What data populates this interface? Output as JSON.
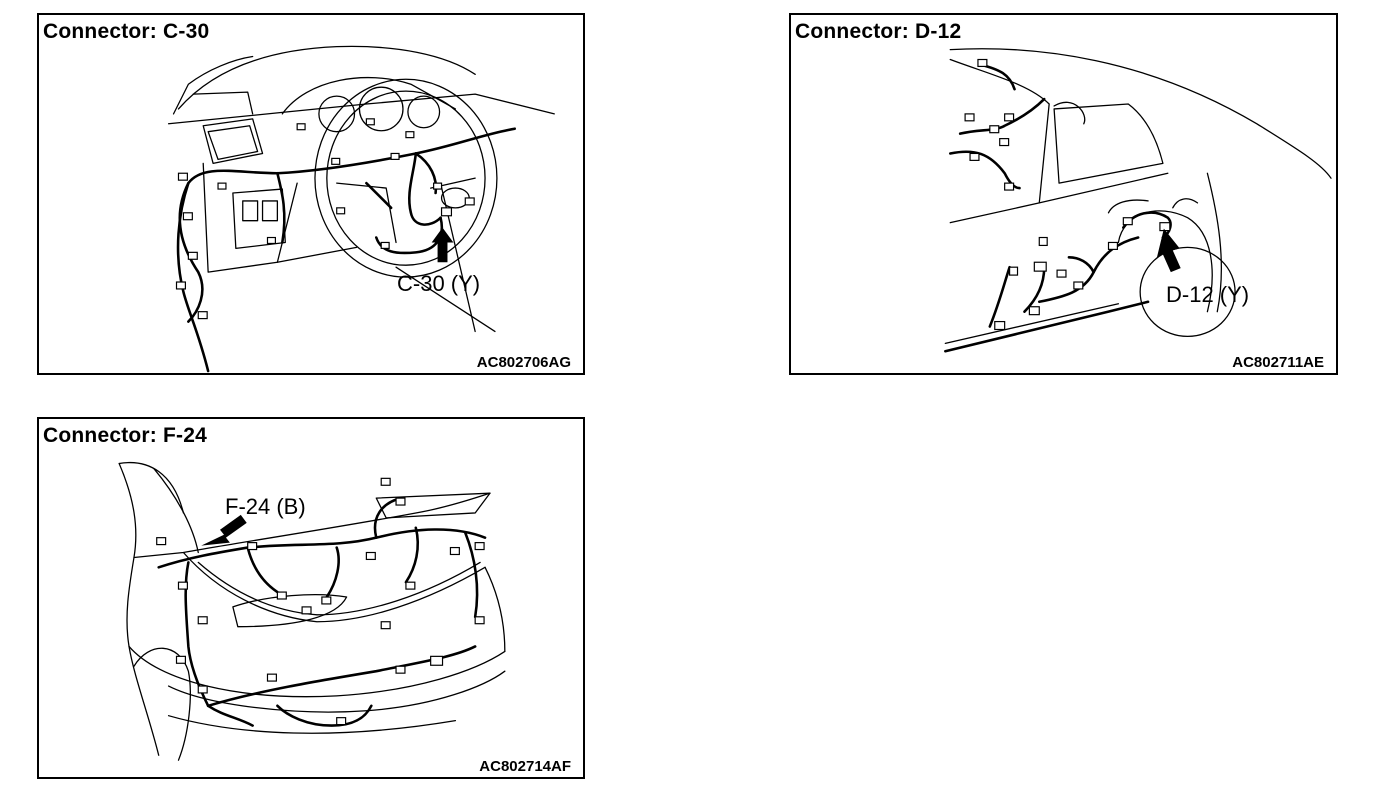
{
  "panels": {
    "c30": {
      "title": "Connector: C-30",
      "callout": "C-30 (Y)",
      "code": "AC802706AG"
    },
    "d12": {
      "title": "Connector: D-12",
      "callout": "D-12 (Y)",
      "code": "AC802711AE"
    },
    "f24": {
      "title": "Connector: F-24",
      "callout": "F-24 (B)",
      "code": "AC802714AF"
    }
  },
  "icons": [
    "arrow-up-icon",
    "arrow-up-icon",
    "arrow-down-left-icon"
  ]
}
